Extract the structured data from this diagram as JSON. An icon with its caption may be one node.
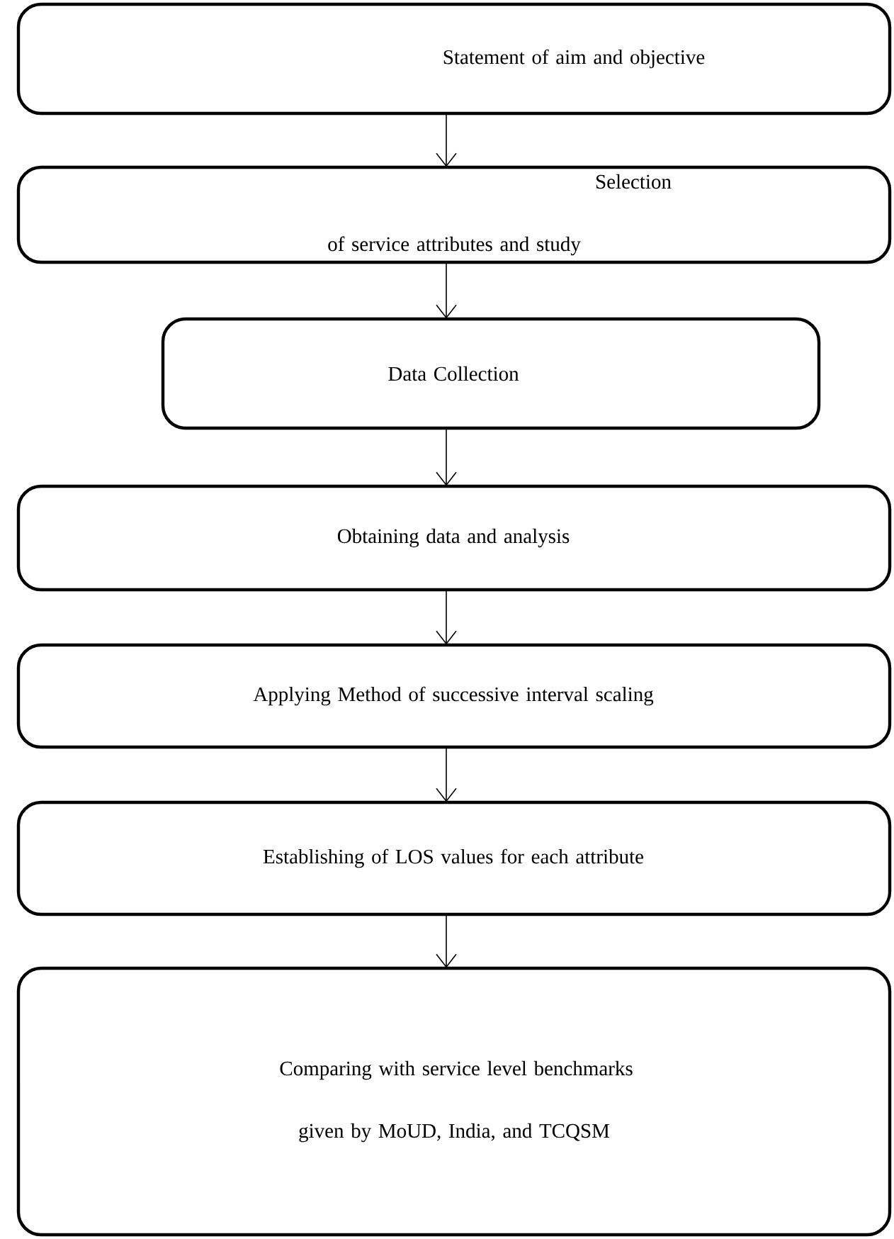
{
  "diagram": {
    "nodes": [
      {
        "text": [
          "Statement of aim and objective"
        ]
      },
      {
        "text": [
          "Selection of service attributes and study"
        ]
      },
      {
        "text": [
          "Data Collection"
        ]
      },
      {
        "text": [
          "Obtaining data and analysis"
        ]
      },
      {
        "text": [
          "Applying Method of successive interval scaling"
        ]
      },
      {
        "text": [
          "Establishing of LOS values for each attribute"
        ]
      },
      {
        "text": [
          "Comparing with service level benchmarks given by MoUD, India, and TCQSM"
        ]
      }
    ],
    "edges": [
      {
        "from": 0,
        "to": 1,
        "arrow": "to"
      },
      {
        "from": 1,
        "to": 2,
        "arrow": "to"
      },
      {
        "from": 2,
        "to": 3,
        "arrow": "to"
      },
      {
        "from": 3,
        "to": 4,
        "arrow": "to"
      },
      {
        "from": 4,
        "to": 5,
        "arrow": "to"
      },
      {
        "from": 5,
        "to": 6,
        "arrow": "to"
      }
    ]
  }
}
